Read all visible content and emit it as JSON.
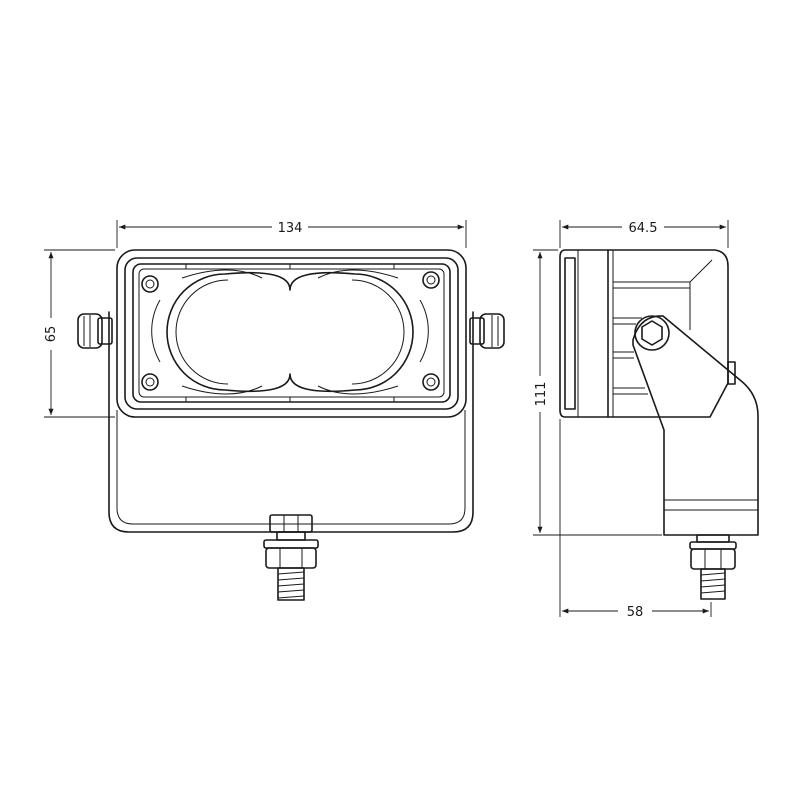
{
  "drawing": {
    "front_view": {
      "width_dimension": "134",
      "height_dimension": "65"
    },
    "side_view": {
      "depth_dimension": "64.5",
      "height_dimension": "111",
      "base_dimension": "58"
    }
  }
}
